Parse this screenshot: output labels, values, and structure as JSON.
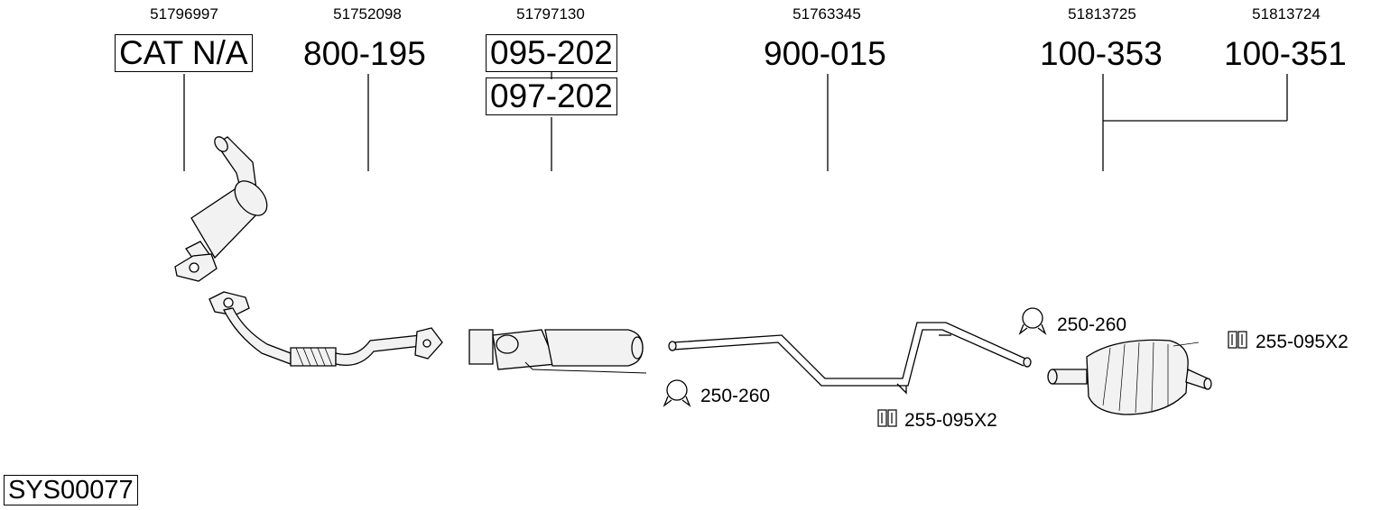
{
  "columns": [
    {
      "oem": "51796997",
      "part": "CAT N/A",
      "boxed": true
    },
    {
      "oem": "51752098",
      "part": "800-195",
      "boxed": false
    },
    {
      "oem": "51797130",
      "part": "095-202",
      "part_alt": "097-202",
      "boxed": true
    },
    {
      "oem": "51763345",
      "part": "900-015",
      "boxed": false
    },
    {
      "oem": "51813725",
      "part": "100-353",
      "boxed": false
    },
    {
      "oem": "51813724",
      "part": "100-351",
      "boxed": false
    }
  ],
  "accessories": {
    "clamp_front": "250-260",
    "clamp_rear": "250-260",
    "hanger_mid": "255-095X2",
    "hanger_rear": "255-095X2"
  },
  "system_code": "SYS00077",
  "colors": {
    "ink": "#000000",
    "background": "#ffffff",
    "part_fill": "#f2f2f2"
  }
}
